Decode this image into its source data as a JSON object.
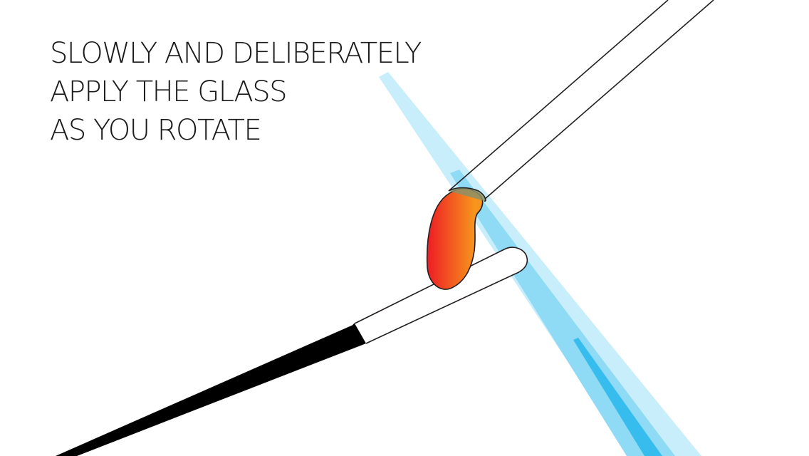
{
  "instruction": {
    "lines": [
      "SLOWLY AND DELIBERATELY",
      "APPLY THE GLASS",
      "AS YOU ROTATE"
    ]
  },
  "colors": {
    "flame_outer": "#c9eefb",
    "flame_middle": "#8fdaf5",
    "flame_core": "#36bdee",
    "glass_hot_edge": "#ed1c24",
    "glass_hot_center": "#f7941d",
    "rod_outline": "#231f20",
    "handle": "#000000"
  },
  "icons": {
    "flame": "torch-flame-icon",
    "glass": "molten-glass-gather-icon",
    "glass_rod": "glass-rod-icon",
    "mandrel": "mandrel-icon"
  }
}
